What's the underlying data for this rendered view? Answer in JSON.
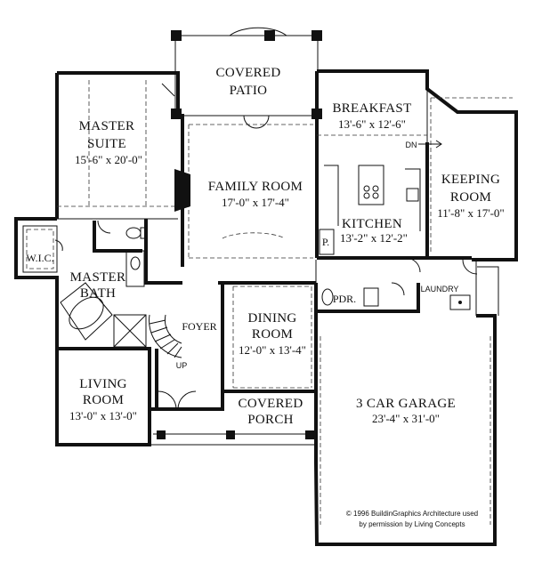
{
  "rooms": {
    "covered_patio": {
      "name_line1": "COVERED",
      "name_line2": "PATIO"
    },
    "breakfast": {
      "name": "BREAKFAST",
      "dim": "13'-6\" x 12'-6\""
    },
    "master_suite": {
      "name_line1": "MASTER",
      "name_line2": "SUITE",
      "dim": "15'-6\" x 20'-0\""
    },
    "family_room": {
      "name": "FAMILY ROOM",
      "dim": "17'-0\" x 17'-4\""
    },
    "keeping_room": {
      "name_line1": "KEEPING",
      "name_line2": "ROOM",
      "dim": "11'-8\" x 17'-0\""
    },
    "kitchen": {
      "name": "KITCHEN",
      "dim": "13'-2\" x 12'-2\""
    },
    "wic": {
      "name": "W.I.C."
    },
    "master_bath": {
      "name_line1": "MASTER",
      "name_line2": "BATH"
    },
    "foyer": {
      "name": "FOYER"
    },
    "dining_room": {
      "name_line1": "DINING",
      "name_line2": "ROOM",
      "dim": "12'-0\" x 13'-4\""
    },
    "pdr": {
      "name": "PDR."
    },
    "laundry": {
      "name": "LAUNDRY"
    },
    "living_room": {
      "name_line1": "LIVING",
      "name_line2": "ROOM",
      "dim": "13'-0\" x 13'-0\""
    },
    "covered_porch": {
      "name_line1": "COVERED",
      "name_line2": "PORCH"
    },
    "garage": {
      "name": "3 CAR GARAGE",
      "dim": "23'-4\" x 31'-0\""
    }
  },
  "labels": {
    "pantry": "P.",
    "stair_up": "UP",
    "stair_down": "DN"
  },
  "credit": {
    "line1": "© 1996 BuildinGraphics Architecture used",
    "line2": "by permission by Living Concepts"
  }
}
